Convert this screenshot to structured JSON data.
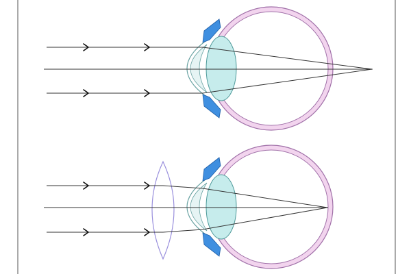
{
  "diagram": {
    "panels": [
      {
        "id": "uncorrected",
        "has_corrective_lens": false,
        "focus": "behind-retina"
      },
      {
        "id": "corrected",
        "has_corrective_lens": true,
        "focus": "on-retina"
      }
    ],
    "colors": {
      "frame": "#555555",
      "ray": "#333333",
      "arrow": "#111111",
      "sclera_fill": "#f2d4ee",
      "sclera_stroke": "#a070a8",
      "cornea_stroke": "#6aa3a3",
      "cornea_fill": "#e6f4f4",
      "lens_fill": "#c6ecec",
      "lens_stroke": "#4f9a9a",
      "iris_fill": "#3f8fe0",
      "iris_stroke": "#1f5fa8",
      "corrective_lens_stroke": "#9a90dd"
    }
  }
}
